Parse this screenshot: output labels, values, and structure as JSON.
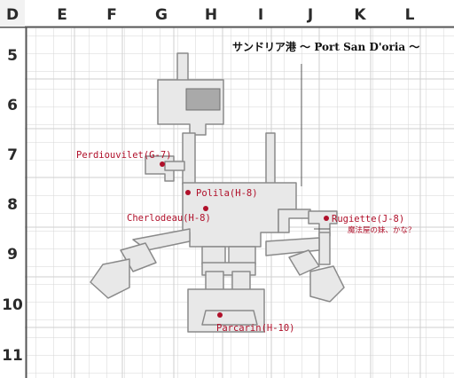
{
  "map": {
    "title": "サンドリア港 ～ Port San D'oria ～",
    "columns": [
      "D",
      "E",
      "F",
      "G",
      "H",
      "I",
      "J",
      "K",
      "L"
    ],
    "rows": [
      "5",
      "6",
      "7",
      "8",
      "9",
      "10",
      "11"
    ],
    "marker_color": "#b0102a",
    "markers": [
      {
        "label": "Perdiouvilet(G-7)"
      },
      {
        "label": "Polila(H-8)"
      },
      {
        "label": "Cherlodeau(H-8)"
      },
      {
        "label": "Rugiette(J-8)",
        "note": "魔法屋の妹、かな？"
      },
      {
        "label": "Parcarin(H-10)"
      }
    ]
  }
}
